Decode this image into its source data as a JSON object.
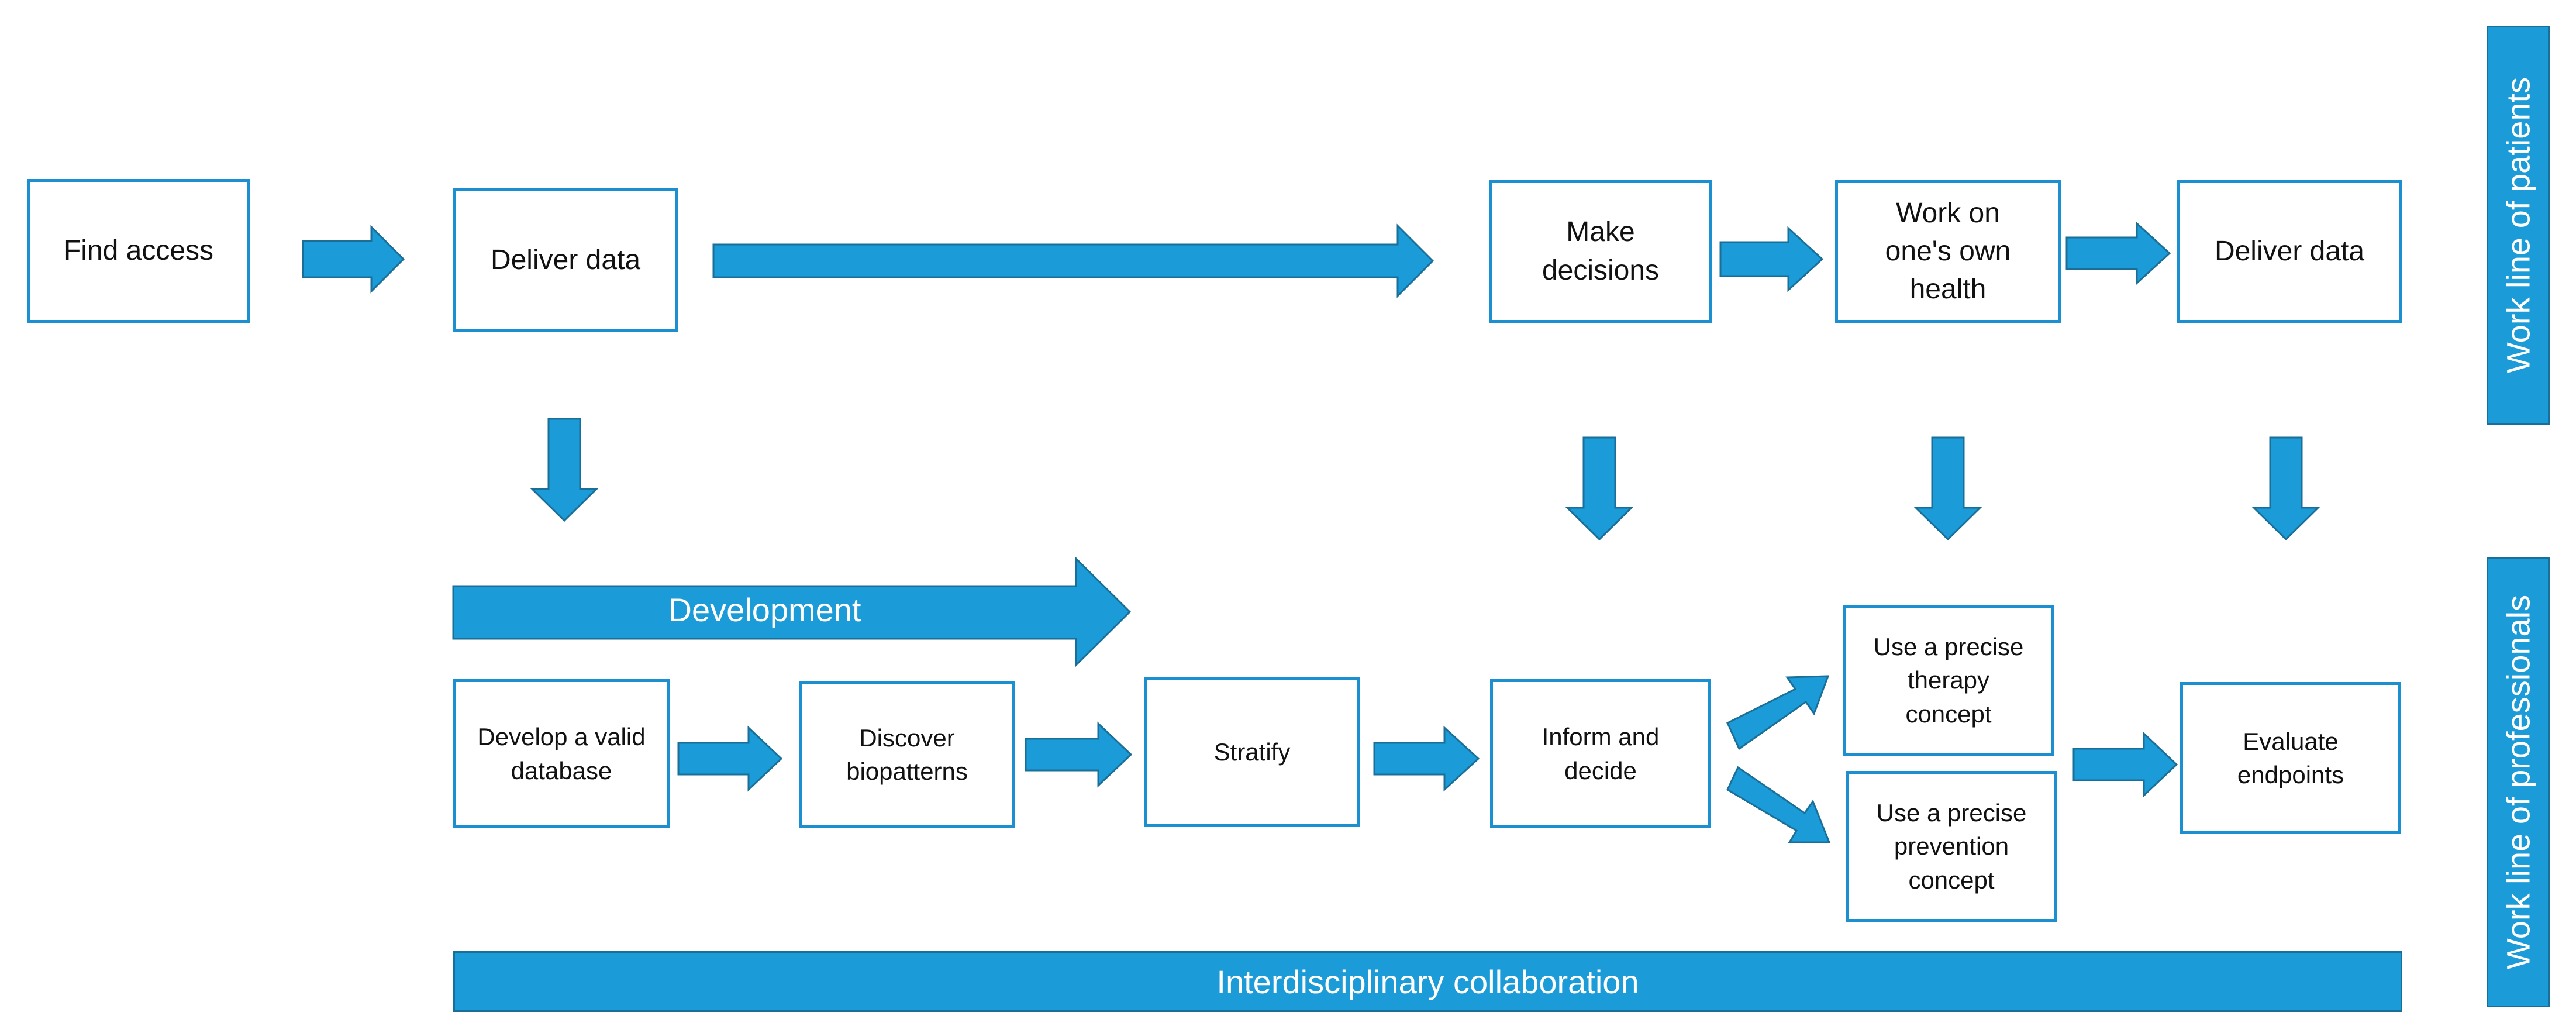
{
  "side_labels": {
    "patients": "Work line of patients",
    "professionals": "Work line of professionals"
  },
  "patient_line": {
    "find_access": "Find access",
    "deliver_data_1": "Deliver data",
    "make_decisions": "Make\ndecisions",
    "work_on_health": "Work on\none's own\nhealth",
    "deliver_data_2": "Deliver data"
  },
  "professional_line": {
    "development": "Development",
    "develop_database": "Develop a valid\ndatabase",
    "discover_biopatterns": "Discover\nbiopatterns",
    "stratify": "Stratify",
    "inform_decide": "Inform and\ndecide",
    "therapy_concept": "Use a precise\ntherapy\nconcept",
    "prevention_concept": "Use a precise\nprevention\nconcept",
    "evaluate_endpoints": "Evaluate\nendpoints"
  },
  "collaboration": "Interdisciplinary collaboration",
  "colors": {
    "accent": "#1b9bd7",
    "accent_border": "#1a6f98",
    "box_border": "#1b8fd0"
  }
}
